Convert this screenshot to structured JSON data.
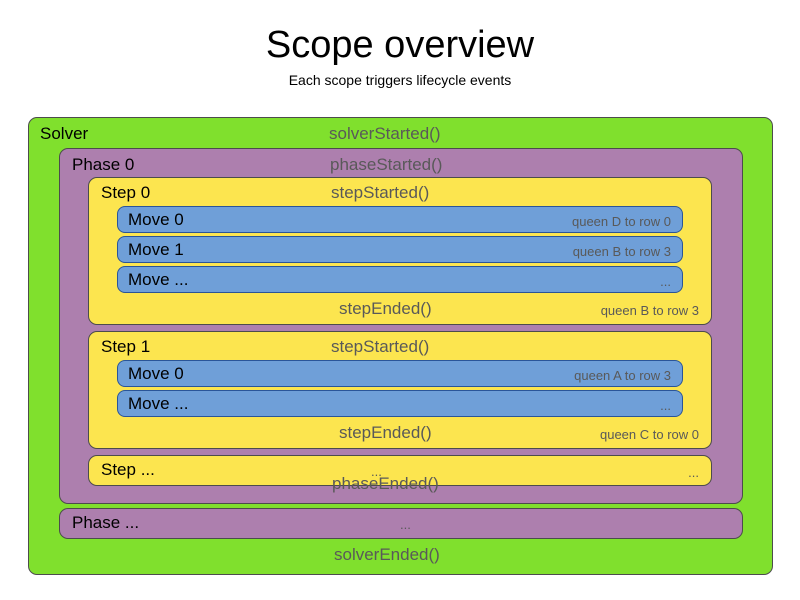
{
  "header": {
    "title": "Scope overview",
    "subtitle": "Each scope triggers lifecycle events"
  },
  "colors": {
    "solver": "#80e02d",
    "phase": "#ad7fae",
    "step": "#fce54f",
    "move": "#6f9fd8",
    "border": "#4c4c4c",
    "move_border": "#2a5599",
    "label_text": "#000000",
    "event_text": "#595959",
    "background": "#ffffff"
  },
  "solver": {
    "label": "Solver",
    "started_event": "solverStarted()",
    "ended_event": "solverEnded()",
    "phases": [
      {
        "label": "Phase 0",
        "started_event": "phaseStarted()",
        "ended_event": "phaseEnded()",
        "steps": [
          {
            "label": "Step 0",
            "started_event": "stepStarted()",
            "ended_event": "stepEnded()",
            "ended_detail": "queen B to row 3",
            "moves": [
              {
                "label": "Move 0",
                "detail": "queen D to row 0"
              },
              {
                "label": "Move 1",
                "detail": "queen B to row 3"
              },
              {
                "label": "Move ...",
                "detail": "..."
              }
            ]
          },
          {
            "label": "Step 1",
            "started_event": "stepStarted()",
            "ended_event": "stepEnded()",
            "ended_detail": "queen C to row 0",
            "moves": [
              {
                "label": "Move 0",
                "detail": "queen A to row 3"
              },
              {
                "label": "Move ...",
                "detail": "..."
              }
            ]
          },
          {
            "label": "Step ...",
            "center_dots": "...",
            "right_dots": "..."
          }
        ]
      },
      {
        "label": "Phase ...",
        "center_dots": "..."
      }
    ]
  }
}
